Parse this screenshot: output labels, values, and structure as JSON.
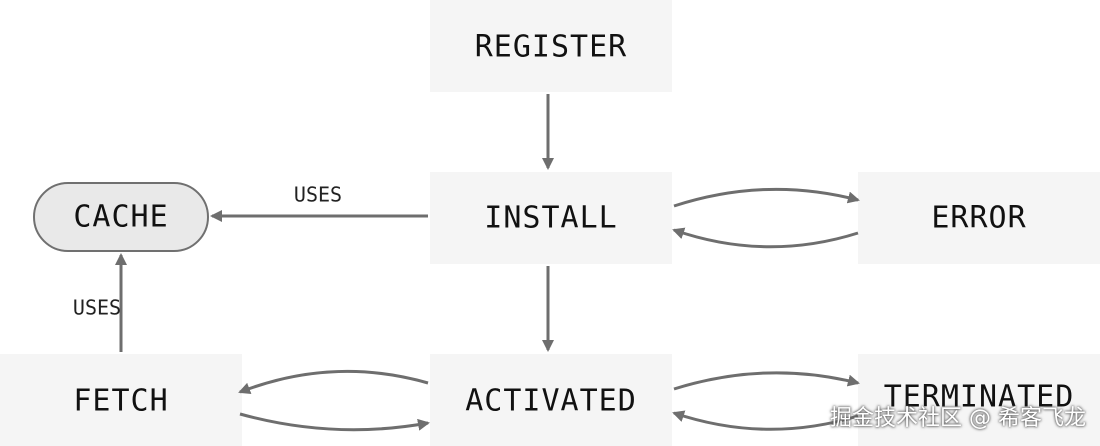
{
  "nodes": {
    "register": "REGISTER",
    "install": "INSTALL",
    "error": "ERROR",
    "cache": "CACHE",
    "activated": "ACTIVATED",
    "fetch": "FETCH",
    "terminated": "TERMINATED"
  },
  "edges": {
    "install_to_cache": "USES",
    "fetch_to_cache": "USES"
  },
  "colors": {
    "node_fill": "#f5f5f5",
    "pill_fill": "#e9e9e9",
    "edge": "#6e6e6e"
  },
  "watermark": "掘金技术社区 @ 希客飞龙"
}
